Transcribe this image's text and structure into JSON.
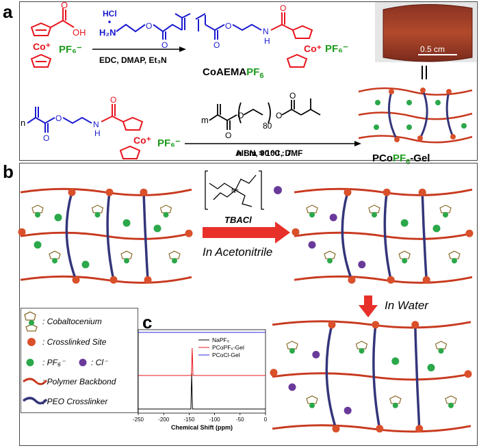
{
  "panels": {
    "a": "a",
    "b": "b",
    "c": "c"
  },
  "scheme": {
    "hcl": "HCl",
    "amine": "H₂N",
    "pf6": "PF₆⁻",
    "co_plus": "Co⁺",
    "co_plus_sup": "Co⁺",
    "oh": "OH",
    "o": "O",
    "nh": "H",
    "n_letter": "N",
    "reagents1": "EDC, DMAP, Et₃N",
    "monomer_label_a": "CoAEMA",
    "monomer_label_b": "PF",
    "monomer_label_sub": "6",
    "scale_bar": "0.5 cm",
    "n_prefix": "n",
    "m_prefix": "m",
    "peo_repeat": "80",
    "reagents2": "AIBN, 90 ºC, DMF",
    "ratio": "n : m = 100 : 7",
    "gel_label_a": "PCo",
    "gel_label_b": "PF",
    "gel_label_sub": "6",
    "gel_label_c": "-Gel"
  },
  "panel_b": {
    "tbacl": "TBACl",
    "cl_minus": "Cl⁻",
    "n_plus": "N⁺",
    "in_acetonitrile": "In Acetonitrile",
    "in_water": "In Water",
    "legend": [
      {
        "label": ": Cobaltocenium",
        "icon": "cobaltocenium-icon"
      },
      {
        "label": ": Crosslinked Site",
        "icon": "crosslink-site-icon"
      },
      {
        "label": ": PF₆⁻",
        "label2": ": Cl⁻",
        "icon": "ion-icon"
      },
      {
        "label": ": Polymer Backbond",
        "icon": "backbone-icon"
      },
      {
        "label": ": PEO Crosslinker",
        "icon": "peo-crosslinker-icon"
      }
    ]
  },
  "chart_data": {
    "type": "line",
    "title": "",
    "xlabel": "Chemical Shift (ppm)",
    "ylabel": "",
    "xlim": [
      -250,
      0
    ],
    "xticks": [
      -250,
      -200,
      -150,
      -100,
      -50,
      0
    ],
    "series": [
      {
        "name": "NaPF₆",
        "color": "#000000",
        "peak_x": -145
      },
      {
        "name": "PCoPF₆-Gel",
        "color": "#e8141c",
        "peak_x": -144
      },
      {
        "name": "PCoCl-Gel",
        "color": "#2a2ad8",
        "peak_x": null
      }
    ]
  },
  "colors": {
    "red": "#e8141c",
    "blue": "#1a1ad0",
    "green": "#1c9a1c",
    "backbone": "#c83a20",
    "peo": "#34357a",
    "node": "#d9502a",
    "arrow": "#e8302a"
  }
}
